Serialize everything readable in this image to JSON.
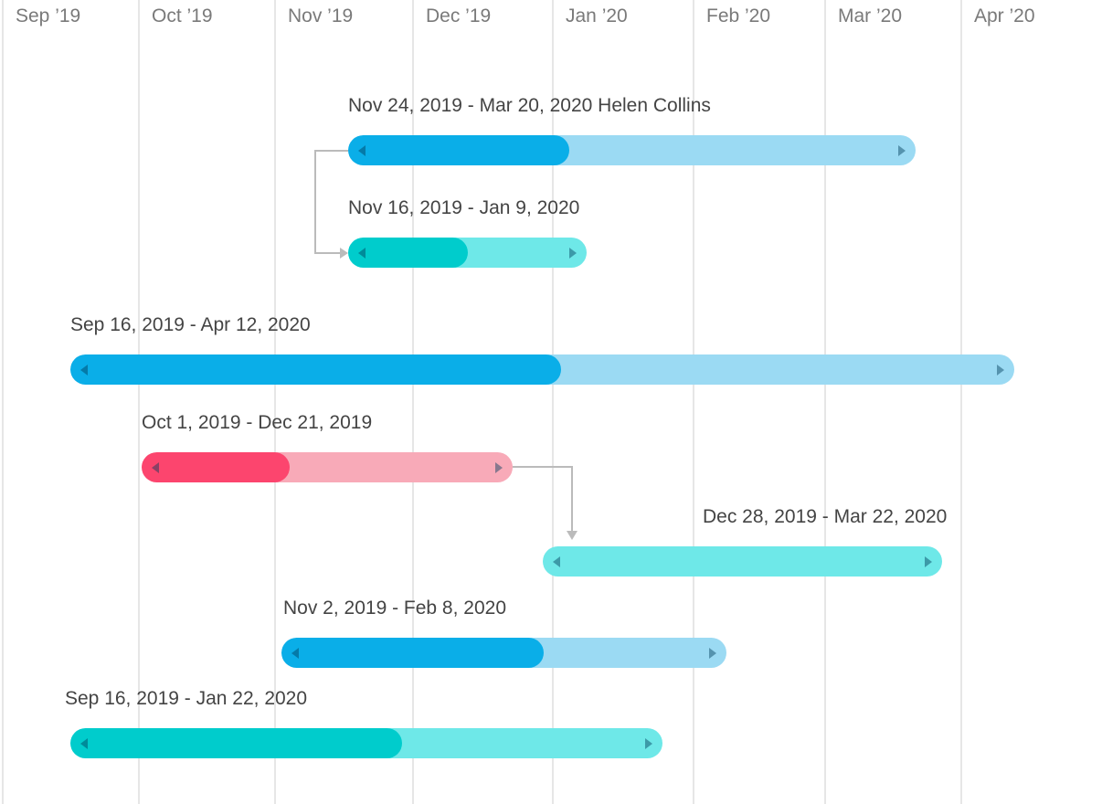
{
  "chart_data": {
    "type": "gantt",
    "months": [
      "Sep ’19",
      "Oct ’19",
      "Nov ’19",
      "Dec ’19",
      "Jan ’20",
      "Feb ’20",
      "Mar ’20",
      "Apr ’20"
    ],
    "tasks": [
      {
        "label": "Nov 24, 2019 - Mar 20, 2020 Helen Collins",
        "start": "2019-11-24",
        "end": "2020-03-20",
        "progress": 0.39,
        "color": "#0aaee8",
        "light": "#9bdaf3"
      },
      {
        "label": "Nov 16, 2019 - Jan 9, 2020",
        "start": "2019-11-16",
        "end": "2020-01-09",
        "progress": 0.5,
        "color": "#00cccc",
        "light": "#6ee8e8"
      },
      {
        "label": "Sep 16, 2019 - Apr 12, 2020",
        "start": "2019-09-16",
        "end": "2020-04-12",
        "progress": 0.52,
        "color": "#0aaee8",
        "light": "#9bdaf3"
      },
      {
        "label": "Oct 1, 2019 - Dec 21, 2019",
        "start": "2019-10-01",
        "end": "2019-12-21",
        "progress": 0.4,
        "color": "#fc456e",
        "light": "#f8aab8"
      },
      {
        "label": "Dec 28, 2019 - Mar 22, 2020",
        "start": "2019-12-28",
        "end": "2020-03-22",
        "progress": 0,
        "color": "#00cccc",
        "light": "#6ee8e8"
      },
      {
        "label": "Nov 2, 2019 - Feb 8, 2020",
        "start": "2019-11-02",
        "end": "2020-02-08",
        "progress": 0.59,
        "color": "#0aaee8",
        "light": "#9bdaf3"
      },
      {
        "label": "Sep 16, 2019 - Jan 22, 2020",
        "start": "2019-09-16",
        "end": "2020-01-22",
        "progress": 0.56,
        "color": "#00cccc",
        "light": "#6ee8e8"
      }
    ],
    "dependencies": [
      {
        "from": 0,
        "to": 1
      },
      {
        "from": 3,
        "to": 4
      }
    ]
  }
}
